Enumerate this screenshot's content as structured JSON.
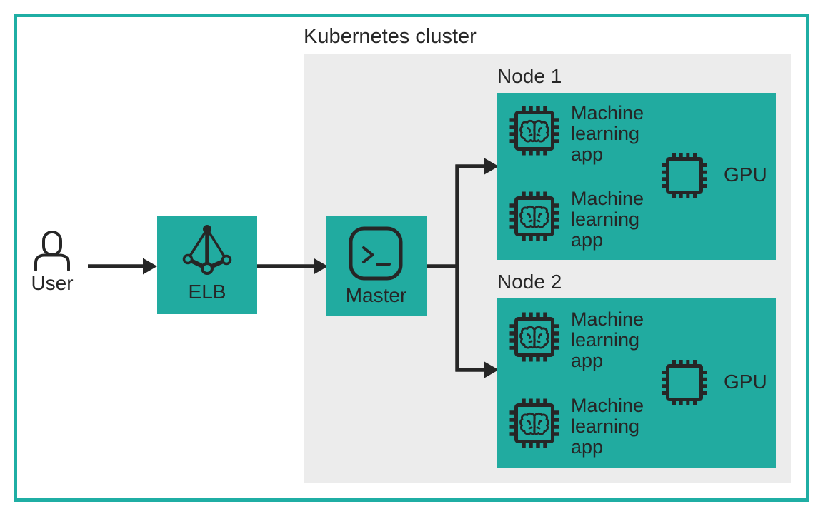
{
  "colors": {
    "frame_teal": "#1FAEA4",
    "box_teal": "#21ABA0",
    "cluster_gray": "#ECECEC",
    "ink": "#262626",
    "background": "#FFFFFF"
  },
  "cluster": {
    "title": "Kubernetes cluster"
  },
  "user": {
    "label": "User",
    "icon": "user-icon"
  },
  "elb": {
    "label": "ELB",
    "icon": "load-balancer-icon"
  },
  "master": {
    "label": "Master",
    "icon": "terminal-icon"
  },
  "nodes": [
    {
      "label": "Node 1",
      "apps": [
        {
          "label": "Machine learning app",
          "icon": "chip-brain-icon"
        },
        {
          "label": "Machine learning app",
          "icon": "chip-brain-icon"
        }
      ],
      "gpu": {
        "label": "GPU",
        "icon": "gpu-chip-icon"
      }
    },
    {
      "label": "Node 2",
      "apps": [
        {
          "label": "Machine learning app",
          "icon": "chip-brain-icon"
        },
        {
          "label": "Machine learning app",
          "icon": "chip-brain-icon"
        }
      ],
      "gpu": {
        "label": "GPU",
        "icon": "gpu-chip-icon"
      }
    }
  ]
}
